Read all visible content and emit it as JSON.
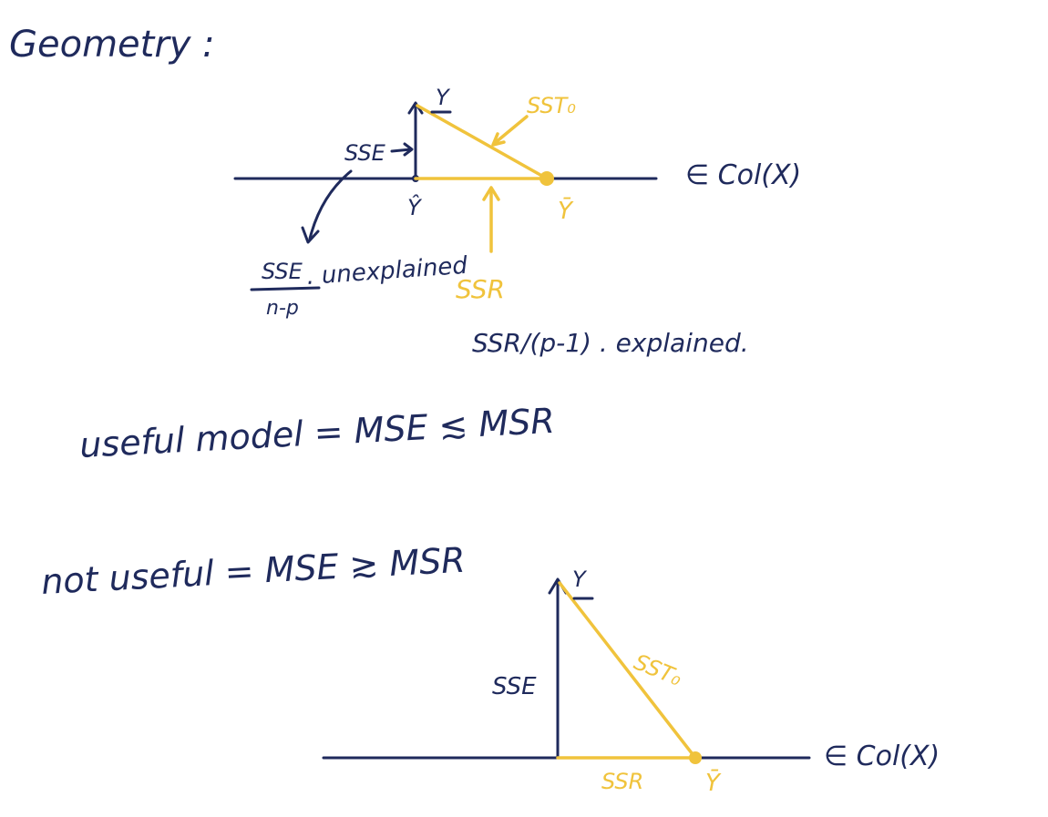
{
  "title": "Geometry :",
  "top_diagram": {
    "y_label": "Y",
    "sst_label": "SST₀",
    "sse_label": "SSE",
    "yhat_label": "Ŷ",
    "ybar_label": "Ȳ",
    "col_label": "∈ Col(X)",
    "ssr_label": "SSR",
    "unexplained_frac_num": "SSE",
    "unexplained_frac_den": "n-p",
    "unexplained_word": ". unexplained",
    "explained_text": "SSR/(p-1) . explained."
  },
  "useful_text": "useful  model  =  MSE ≲ MSR",
  "not_useful_text": "not useful  =  MSE ≳ MSR",
  "bottom_diagram": {
    "y_label": "Y",
    "sst_label": "SST₀",
    "sse_label": "SSE",
    "ssr_label": "SSR",
    "ybar_label": "Ȳ",
    "col_label": "∈ Col(X)"
  },
  "colors": {
    "ink": "#1f2a5c",
    "highlight": "#f0c33c"
  }
}
